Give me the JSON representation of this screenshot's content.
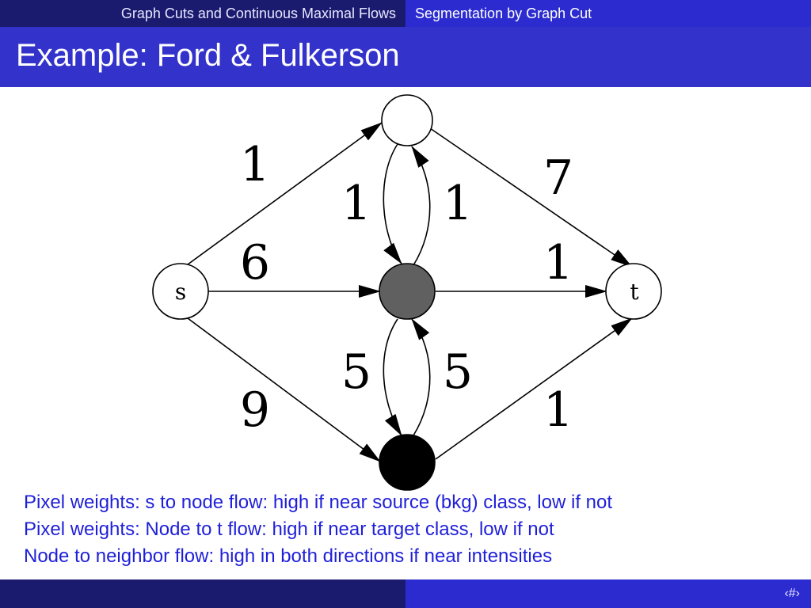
{
  "header": {
    "section_left": "Graph Cuts and Continuous Maximal Flows",
    "section_right": "Segmentation by Graph Cut"
  },
  "slide": {
    "title": "Example: Ford & Fulkerson",
    "bullets": [
      "Pixel weights: s to node flow: high if near source (bkg) class, low if not",
      "Pixel weights: Node to t flow: high if near target class, low if not",
      "Node to neighbor flow: high in both directions if near intensities"
    ]
  },
  "graph": {
    "nodes": {
      "s": {
        "label": "s",
        "fill": "#ffffff"
      },
      "top": {
        "label": "",
        "fill": "#ffffff"
      },
      "mid": {
        "label": "",
        "fill": "#606060"
      },
      "bot": {
        "label": "",
        "fill": "#000000"
      },
      "t": {
        "label": "t",
        "fill": "#ffffff"
      }
    },
    "edge_labels": {
      "s_top": "1",
      "top_t": "7",
      "top_to_mid": "1",
      "mid_to_top": "1",
      "s_mid": "6",
      "mid_t": "1",
      "mid_to_bot": "5",
      "bot_to_mid": "5",
      "s_bot": "9",
      "bot_t": "1"
    }
  },
  "footer": {
    "page_number": "‹#›"
  }
}
